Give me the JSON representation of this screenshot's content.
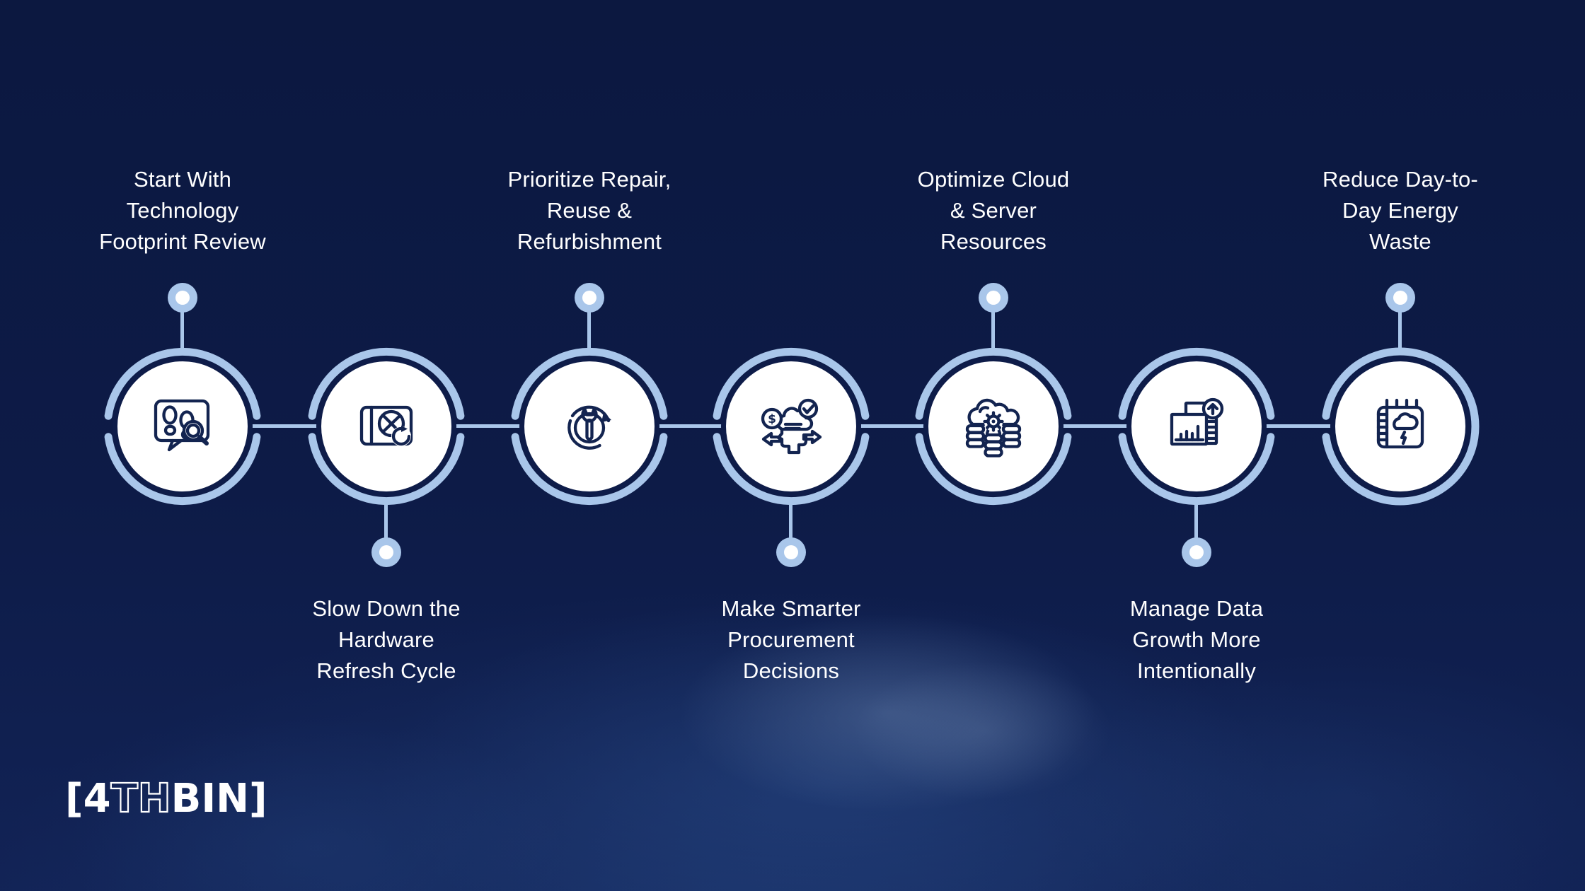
{
  "colors": {
    "background_navy": "#0d1b47",
    "accent_light_blue": "#a9c6ea",
    "icon_stroke_navy": "#132450",
    "text_white": "#ffffff"
  },
  "glyphs": {
    "dollar": "$"
  },
  "steps": [
    {
      "id": "footprint-review",
      "label": "Start With\nTechnology\nFootprint Review",
      "label_position": "top",
      "icon": "footprint-search-icon"
    },
    {
      "id": "hardware-refresh",
      "label": "Slow Down the\nHardware\nRefresh Cycle",
      "label_position": "bottom",
      "icon": "hard-drive-refresh-icon"
    },
    {
      "id": "repair-reuse",
      "label": "Prioritize Repair,\nReuse &\nRefurbishment",
      "label_position": "top",
      "icon": "wrench-recycle-icon"
    },
    {
      "id": "procurement",
      "label": "Make Smarter\nProcurement\nDecisions",
      "label_position": "bottom",
      "icon": "decision-head-icon"
    },
    {
      "id": "cloud-server",
      "label": "Optimize Cloud\n& Server\nResources",
      "label_position": "top",
      "icon": "cloud-server-icon"
    },
    {
      "id": "data-growth",
      "label": "Manage Data\nGrowth More\nIntentionally",
      "label_position": "bottom",
      "icon": "data-growth-icon"
    },
    {
      "id": "energy-waste",
      "label": "Reduce Day-to-\nDay Energy\nWaste",
      "label_position": "top",
      "icon": "energy-calendar-icon"
    }
  ],
  "logo": {
    "open_bracket": "[",
    "four": "4",
    "th": "TH",
    "bin": "BIN",
    "close_bracket": "]"
  }
}
